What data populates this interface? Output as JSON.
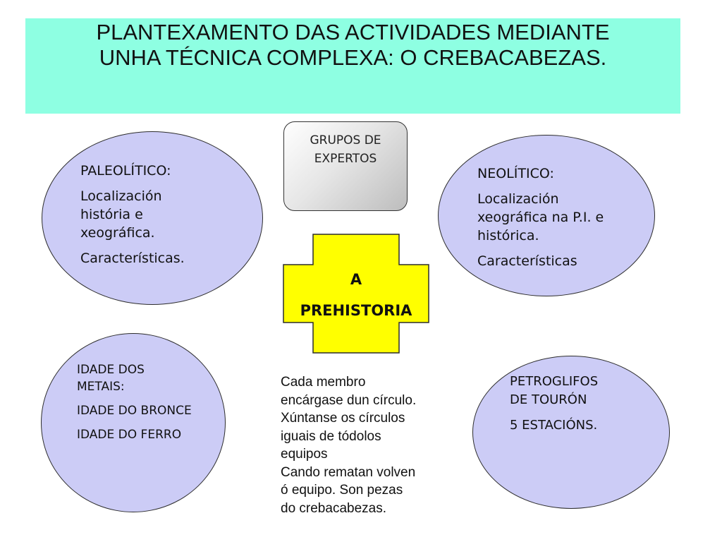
{
  "title": {
    "line1": "PLANTEXAMENTO DAS ACTIVIDADES MEDIANTE",
    "line2": "UNHA TÉCNICA COMPLEXA: O CREBACABEZAS."
  },
  "experts_box": {
    "line1": "GRUPOS DE",
    "line2": "EXPERTOS"
  },
  "center": {
    "line1": "A",
    "line2": "PREHISTORIA"
  },
  "paleolitico": {
    "heading": "PALEOLÍTICO:",
    "lines": [
      "Localización",
      "história e",
      "xeográfica."
    ],
    "extra": "Características."
  },
  "neolitico": {
    "heading": "NEOLÍTICO:",
    "lines": [
      "Localización",
      "xeográfica na P.I. e",
      "histórica."
    ],
    "extra": "Características"
  },
  "idade_metais": {
    "heading_lines": [
      "IDADE DOS",
      "METAIS:"
    ],
    "items": [
      "IDADE DO BRONCE",
      "IDADE DO FERRO"
    ]
  },
  "petroglifos": {
    "heading_lines": [
      "PETROGLIFOS",
      "DE TOURÓN"
    ],
    "extra": "5 ESTACIÓNS."
  },
  "instructions": {
    "lines": [
      "Cada membro",
      "encárgase dun círculo.",
      "Xúntanse os círculos",
      "iguais de tódolos",
      "equipos",
      "Cando rematan volven",
      "ó equipo. Son pezas",
      "do crebacabezas."
    ]
  },
  "colors": {
    "banner": "#8effe2",
    "ellipse_fill": "#ccccf6",
    "cross_fill": "#ffff00"
  }
}
